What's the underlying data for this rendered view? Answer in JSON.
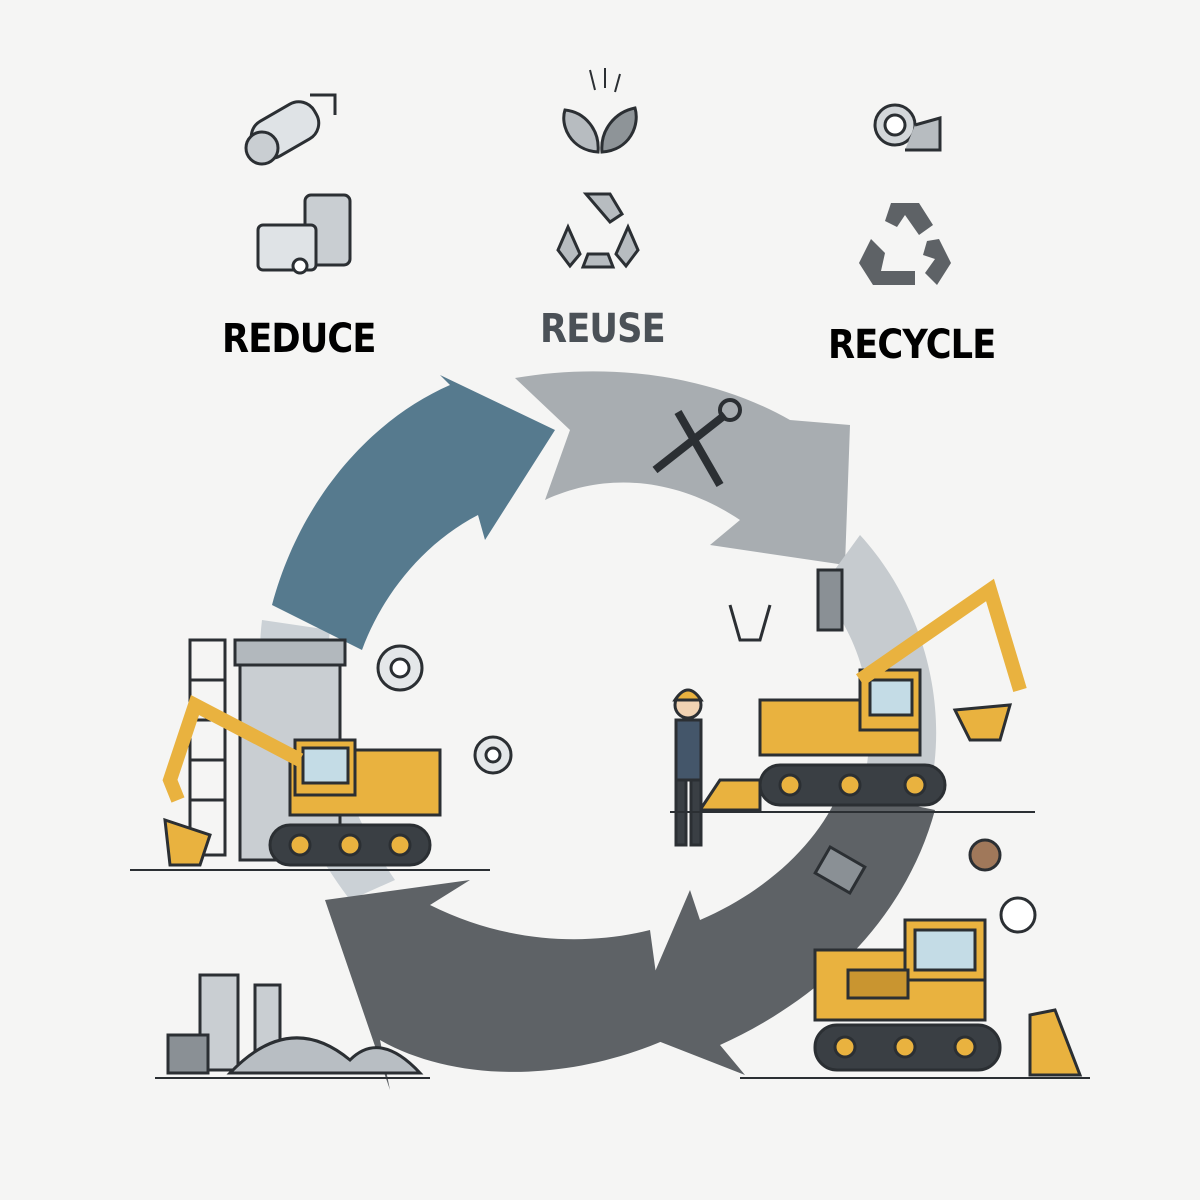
{
  "steps": [
    {
      "label": "REDUCE",
      "color": "#1c1c1c"
    },
    {
      "label": "REUSE",
      "color": "#4b5157"
    },
    {
      "label": "RECYCLE",
      "color": "#1c1c1c"
    }
  ],
  "colors": {
    "arrow_reduce": "#567a8e",
    "arrow_reuse": "#a8adb1",
    "arrow_recycle_light": "#c6cbcf",
    "arrow_recycle_dark": "#5e6266",
    "arrow_return": "#cbd1d6",
    "machine_yellow": "#e9b23f",
    "outline": "#2b2f33"
  }
}
